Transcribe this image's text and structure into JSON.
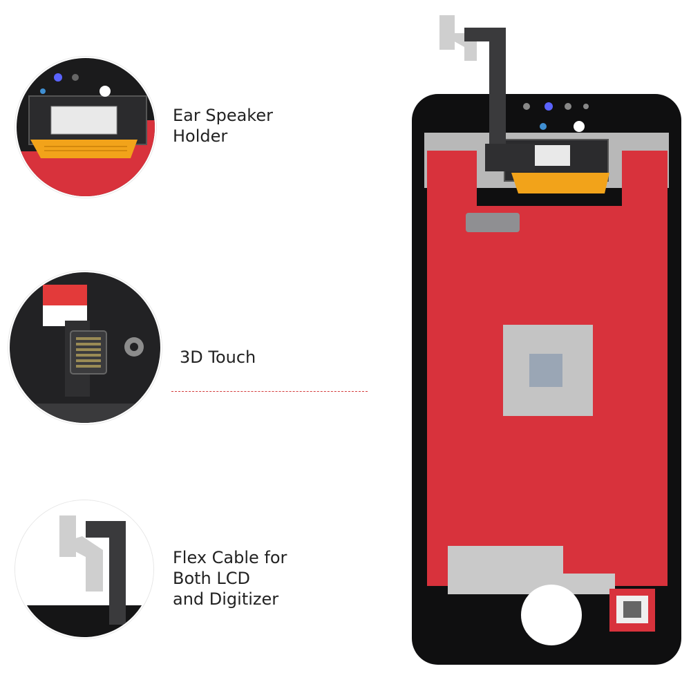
{
  "callouts": [
    {
      "label": "Ear Speaker\nHolder"
    },
    {
      "label": "3D Touch"
    },
    {
      "label": "Flex Cable for\nBoth LCD\nand Digitizer"
    }
  ],
  "colors": {
    "panel_red": "#d8323c",
    "bezel_black": "#0f0f10",
    "metal_gray": "#b8b8b8",
    "flex_orange": "#f2a31a",
    "divider_red": "#d33a3a"
  }
}
